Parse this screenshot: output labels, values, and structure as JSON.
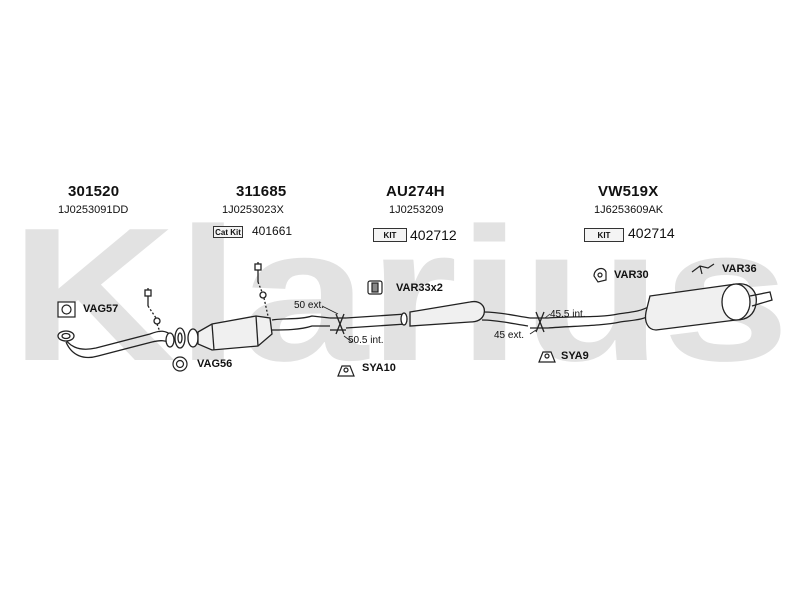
{
  "watermark": "Klarius",
  "sections": [
    {
      "part": "301520",
      "oem": "1J0253091DD"
    },
    {
      "part": "311685",
      "oem": "1J0253023X",
      "kit_label": "Cat Kit",
      "kit": "401661"
    },
    {
      "part": "AU274H",
      "oem": "1J0253209",
      "kit_label": "KIT",
      "kit": "402712"
    },
    {
      "part": "VW519X",
      "oem": "1J6253609AK",
      "kit_label": "KIT",
      "kit": "402714"
    }
  ],
  "fittings": {
    "vag57": "VAG57",
    "vag56": "VAG56",
    "var33": "VAR33x2",
    "sya10": "SYA10",
    "var30": "VAR30",
    "var36": "VAR36",
    "sya9": "SYA9"
  },
  "measurements": {
    "m50ext": "50 ext.",
    "m505int": "50.5 int.",
    "m455int": "45.5 int.",
    "m45ext": "45 ext."
  },
  "colors": {
    "watermark": "#e2e2e2",
    "line": "#222222",
    "part_fill": "#f0f0f0"
  }
}
